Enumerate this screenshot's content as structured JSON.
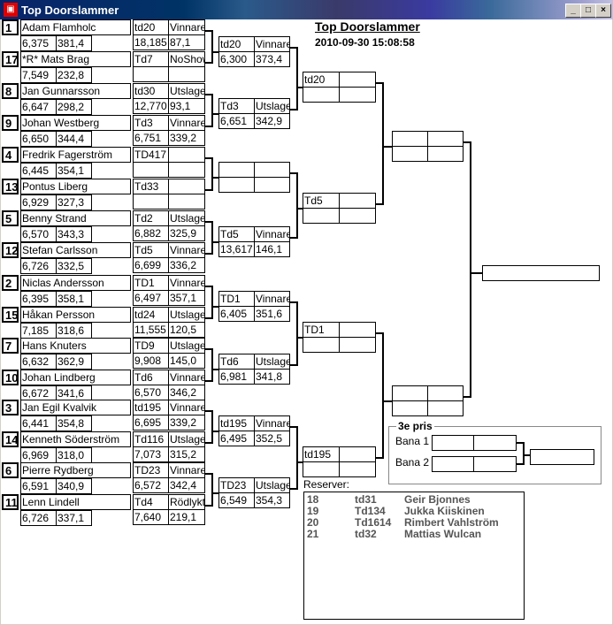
{
  "window": {
    "title": "Top Doorslammer",
    "min": "_",
    "max": "□",
    "close": "×"
  },
  "header": {
    "title": "Top Doorslammer",
    "datetime": "2010-09-30 15:08:58"
  },
  "round1": [
    {
      "seed": "1",
      "name": "Adam Flamholc",
      "time": "6,375",
      "speed": "381,4"
    },
    {
      "seed": "17",
      "name": "*R* Mats Brag",
      "time": "7,549",
      "speed": "232,8"
    },
    {
      "seed": "8",
      "name": "Jan Gunnarsson",
      "time": "6,647",
      "speed": "298,2"
    },
    {
      "seed": "9",
      "name": "Johan Westberg",
      "time": "6,650",
      "speed": "344,4"
    },
    {
      "seed": "4",
      "name": "Fredrik Fagerström",
      "time": "6,445",
      "speed": "354,1"
    },
    {
      "seed": "13",
      "name": "Pontus Liberg",
      "time": "6,929",
      "speed": "327,3"
    },
    {
      "seed": "5",
      "name": "Benny Strand",
      "time": "6,570",
      "speed": "343,3"
    },
    {
      "seed": "12",
      "name": "Stefan Carlsson",
      "time": "6,726",
      "speed": "332,5"
    },
    {
      "seed": "2",
      "name": "Niclas Andersson",
      "time": "6,395",
      "speed": "358,1"
    },
    {
      "seed": "15",
      "name": "Håkan Persson",
      "time": "7,185",
      "speed": "318,6"
    },
    {
      "seed": "7",
      "name": "Hans Knuters",
      "time": "6,632",
      "speed": "362,9"
    },
    {
      "seed": "10",
      "name": "Johan Lindberg",
      "time": "6,672",
      "speed": "341,6"
    },
    {
      "seed": "3",
      "name": "Jan Egil Kvalvik",
      "time": "6,441",
      "speed": "354,8"
    },
    {
      "seed": "14",
      "name": "Kenneth Söderström",
      "time": "6,969",
      "speed": "318,0"
    },
    {
      "seed": "6",
      "name": "Pierre Rydberg",
      "time": "6,591",
      "speed": "340,9"
    },
    {
      "seed": "11",
      "name": "Lenn Lindell",
      "time": "6,726",
      "speed": "337,1"
    }
  ],
  "round2": [
    {
      "id": "td20",
      "status": "Vinnare",
      "time": "18,185",
      "speed": "87,1"
    },
    {
      "id": "Td7",
      "status": "NoShow",
      "time": "",
      "speed": ""
    },
    {
      "id": "td30",
      "status": "Utslagen",
      "time": "12,770",
      "speed": "93,1"
    },
    {
      "id": "Td3",
      "status": "Vinnare",
      "time": "6,751",
      "speed": "339,2"
    },
    {
      "id": "TD417",
      "status": "",
      "time": "",
      "speed": ""
    },
    {
      "id": "Td33",
      "status": "",
      "time": "",
      "speed": ""
    },
    {
      "id": "Td2",
      "status": "Utslagen",
      "time": "6,882",
      "speed": "325,9"
    },
    {
      "id": "Td5",
      "status": "Vinnare",
      "time": "6,699",
      "speed": "336,2"
    },
    {
      "id": "TD1",
      "status": "Vinnare",
      "time": "6,497",
      "speed": "357,1"
    },
    {
      "id": "td24",
      "status": "Utslagen",
      "time": "11,555",
      "speed": "120,5"
    },
    {
      "id": "TD9",
      "status": "Utslagen",
      "time": "9,908",
      "speed": "145,0"
    },
    {
      "id": "Td6",
      "status": "Vinnare",
      "time": "6,570",
      "speed": "346,2"
    },
    {
      "id": "td195",
      "status": "Vinnare",
      "time": "6,695",
      "speed": "339,2"
    },
    {
      "id": "Td116",
      "status": "Utslagen",
      "time": "7,073",
      "speed": "315,2"
    },
    {
      "id": "TD23",
      "status": "Vinnare",
      "time": "6,572",
      "speed": "342,4"
    },
    {
      "id": "Td4",
      "status": "Rödlyktan",
      "time": "7,640",
      "speed": "219,1"
    }
  ],
  "round3": [
    {
      "id": "td20",
      "status": "Vinnare",
      "time": "6,300",
      "speed": "373,4"
    },
    {
      "id": "Td3",
      "status": "Utslagen",
      "time": "6,651",
      "speed": "342,9"
    },
    {
      "id": "",
      "status": "",
      "time": "",
      "speed": ""
    },
    {
      "id": "Td5",
      "status": "Vinnare",
      "time": "13,617",
      "speed": "146,1"
    },
    {
      "id": "TD1",
      "status": "Vinnare",
      "time": "6,405",
      "speed": "351,6"
    },
    {
      "id": "Td6",
      "status": "Utslagen",
      "time": "6,981",
      "speed": "341,8"
    },
    {
      "id": "td195",
      "status": "Vinnare",
      "time": "6,495",
      "speed": "352,5"
    },
    {
      "id": "TD23",
      "status": "Utslagen",
      "time": "6,549",
      "speed": "354,3"
    }
  ],
  "round4": [
    {
      "id": "td20",
      "status": "",
      "time": "",
      "speed": ""
    },
    {
      "id": "Td5",
      "status": "",
      "time": "",
      "speed": ""
    },
    {
      "id": "TD1",
      "status": "",
      "time": "",
      "speed": ""
    },
    {
      "id": "td195",
      "status": "",
      "time": "",
      "speed": ""
    }
  ],
  "round5": [
    {
      "id": "",
      "status": "",
      "time": "",
      "speed": ""
    },
    {
      "id": "",
      "status": "",
      "time": "",
      "speed": ""
    }
  ],
  "final": {
    "winner": ""
  },
  "third_place": {
    "label": "3e pris",
    "lane1_label": "Bana 1",
    "lane2_label": "Bana 2",
    "lane1": [
      "",
      ""
    ],
    "lane2": [
      "",
      ""
    ],
    "winner": ""
  },
  "reserves": {
    "label": "Reserver:",
    "items": [
      {
        "no": "18",
        "id": "td31",
        "name": "Geir Bjonnes"
      },
      {
        "no": "19",
        "id": "Td134",
        "name": "Jukka Kiiskinen"
      },
      {
        "no": "20",
        "id": "Td1614",
        "name": "Rimbert Vahlström"
      },
      {
        "no": "21",
        "id": "td32",
        "name": "Mattias Wulcan"
      }
    ]
  }
}
